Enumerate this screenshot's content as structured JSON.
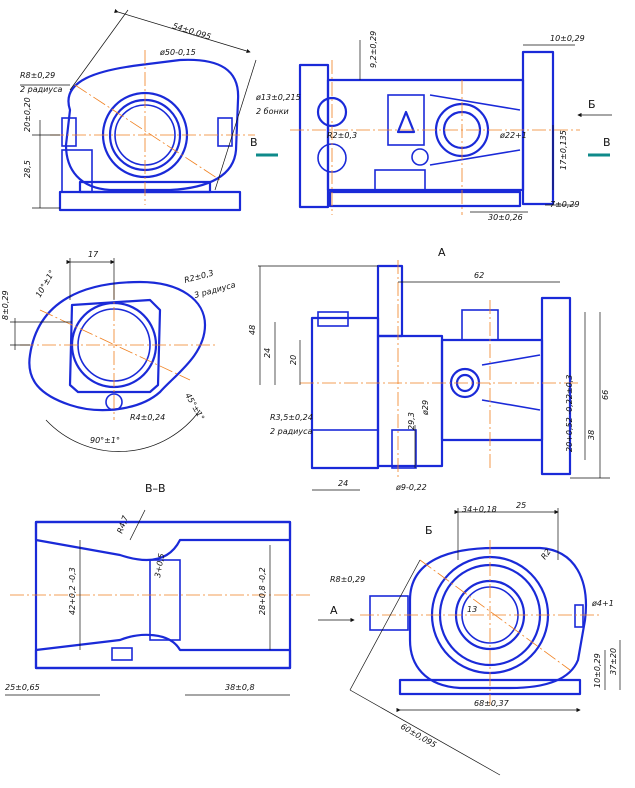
{
  "drawing": {
    "views": {
      "front": {
        "dims": [
          "54±0,095",
          "ø50-0,15",
          "R8±0,29",
          "2 радиуса",
          "20±0,20",
          "28,5"
        ]
      },
      "side": {
        "dims": [
          "9,2±0,29",
          "10±0,29",
          "ø13±0,215",
          "2 бонки",
          "R2±0,3",
          "ø22+1",
          "17±0,135",
          "30±0,26",
          "7±0,29"
        ],
        "label_B": "Б",
        "label_V1": "В",
        "label_V2": "В"
      },
      "section_small": {
        "dims": [
          "17",
          "R2±0,3",
          "3 радиуса",
          "10°±1°",
          "8±0,29",
          "45°±1°",
          "R4±0,24",
          "90°±1°"
        ]
      },
      "view_A": {
        "title": "А",
        "dims": [
          "62",
          "48",
          "24",
          "20",
          "ø29",
          "29,3",
          "R3,5±0,24",
          "2 радиуса",
          "24",
          "ø9-0,22",
          "20+0,52 -0,22±0,3",
          "38",
          "66"
        ]
      },
      "section_VV": {
        "title": "В–В",
        "dims": [
          "R4,7",
          "3+0,5",
          "42+0,2 -0,3",
          "28+0,8 -0,2",
          "25±0,65",
          "38±0,8"
        ]
      },
      "view_B": {
        "title": "Б",
        "dims": [
          "34+0,18",
          "25",
          "R2",
          "R8±0,29",
          "13",
          "ø4+1",
          "10±0,29",
          "37±20",
          "68±0,37",
          "60±0,095"
        ],
        "arrow_label": "А"
      }
    },
    "colors": {
      "outline": "#1a2ad8",
      "centerline": "#f08020",
      "cut_mark": "#0e8a8a",
      "thin": "#111111"
    }
  }
}
